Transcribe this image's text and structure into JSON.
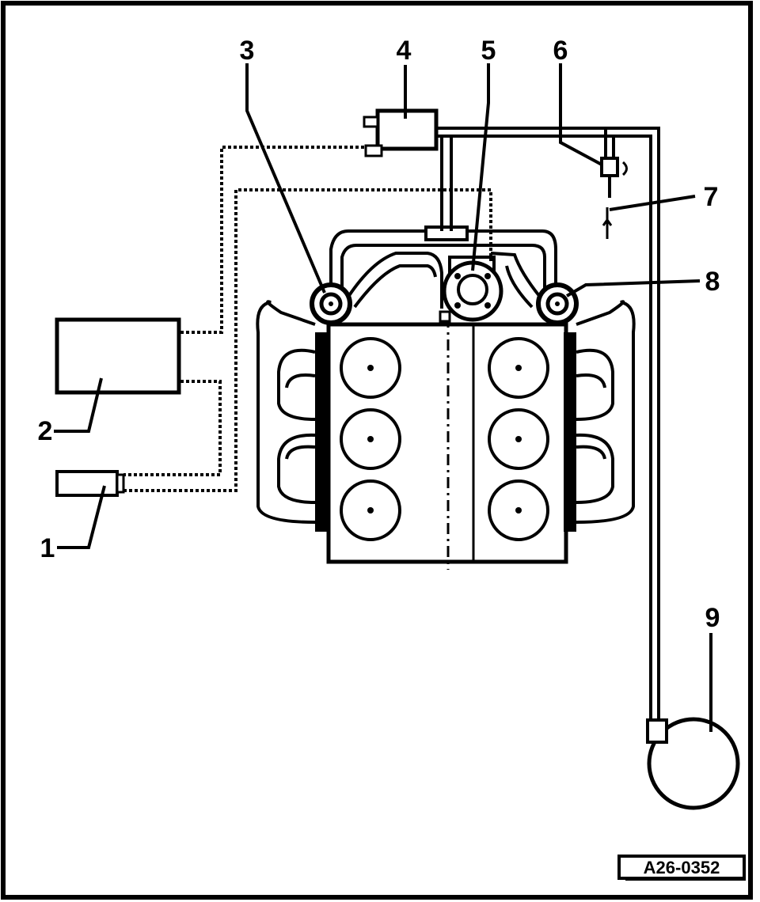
{
  "callouts": [
    "1",
    "2",
    "3",
    "4",
    "5",
    "6",
    "7",
    "8",
    "9"
  ],
  "figure_reference": "A26-0352",
  "colors": {
    "ink": "#000000",
    "paper": "#ffffff"
  }
}
